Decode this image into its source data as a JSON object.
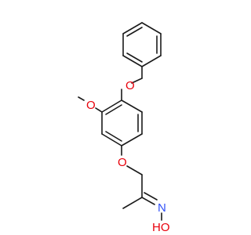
{
  "diagram": {
    "kind": "chemical-structure",
    "colors": {
      "bond": "#1a1a1a",
      "oxygen": "#e8000b",
      "nitrogen": "#3050f8",
      "background": "#ffffff"
    },
    "labels": {
      "ether_oxygen_benzyl": "O",
      "methoxy_oxygen": "O",
      "aryl_ether_oxygen": "O",
      "oxime_nitrogen": "N",
      "hydroxyl": "HO"
    }
  }
}
